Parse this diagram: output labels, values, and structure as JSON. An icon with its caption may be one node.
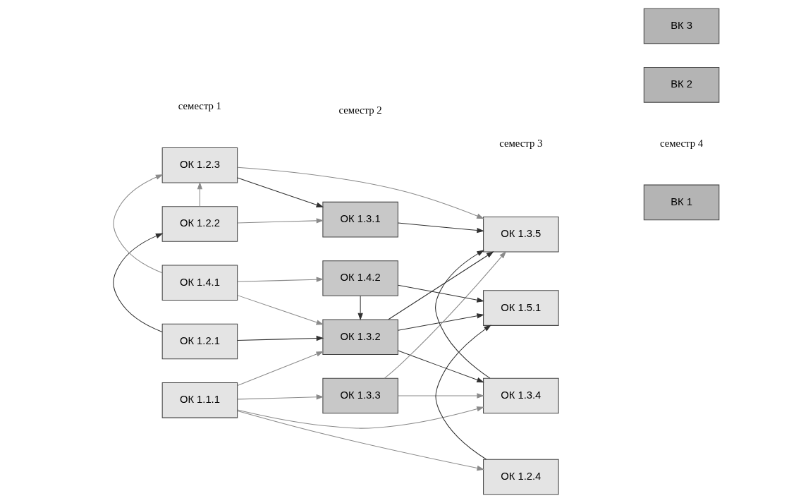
{
  "diagram": {
    "nodes": [
      {
        "text": [
          "ОК 1.1.1"
        ]
      },
      {
        "text": [
          "ОК 1.2.1"
        ]
      },
      {
        "text": [
          "ОК 1.2.2"
        ]
      },
      {
        "text": [
          "ОК 1.2.3"
        ]
      },
      {
        "text": [
          "ОК 1.4.1"
        ]
      },
      {
        "text": [
          "ОК 1.3.1"
        ]
      },
      {
        "text": [
          "ОК 1.3.2"
        ]
      },
      {
        "text": [
          "ОК 1.3.3"
        ]
      },
      {
        "text": [
          "ОК 1.4.2"
        ]
      },
      {
        "text": [
          "ОК 1.2.4"
        ]
      },
      {
        "text": [
          "ОК 1.3.4"
        ]
      },
      {
        "text": [
          "ОК 1.3.5"
        ]
      },
      {
        "text": [
          "ОК 1.5.1"
        ]
      },
      {
        "text": [
          "ВК 1"
        ]
      },
      {
        "text": [
          "ВК 2"
        ]
      },
      {
        "text": [
          "ВК 3"
        ]
      }
    ],
    "edges": [
      {
        "from": 0,
        "to": 9,
        "arrow": "to"
      },
      {
        "from": 0,
        "to": 10,
        "arrow": "to"
      },
      {
        "from": 0,
        "to": 6,
        "arrow": "to"
      },
      {
        "from": 0,
        "to": 7,
        "arrow": "to"
      },
      {
        "from": 1,
        "to": 6,
        "arrow": "to",
        "color": "#303030"
      },
      {
        "from": 1,
        "to": 2,
        "arrow": "to",
        "color": "#303030"
      },
      {
        "from": 2,
        "to": 5,
        "arrow": "to"
      },
      {
        "from": 2,
        "to": 3,
        "arrow": "to"
      },
      {
        "from": 3,
        "to": 5,
        "arrow": "to",
        "color": "#303030"
      },
      {
        "from": 3,
        "to": 11,
        "arrow": "to"
      },
      {
        "from": 4,
        "to": 3,
        "arrow": "to"
      },
      {
        "from": 4,
        "to": 6,
        "arrow": "to"
      },
      {
        "from": 4,
        "to": 8,
        "arrow": "to"
      },
      {
        "from": 5,
        "to": 11,
        "arrow": "to",
        "color": "#303030"
      },
      {
        "from": 6,
        "to": 10,
        "arrow": "to",
        "color": "#303030"
      },
      {
        "from": 6,
        "to": 11,
        "arrow": "to",
        "color": "#303030"
      },
      {
        "from": 6,
        "to": 12,
        "arrow": "to",
        "color": "#303030"
      },
      {
        "from": 7,
        "to": 10,
        "arrow": "to"
      },
      {
        "from": 7,
        "to": 11,
        "arrow": "to"
      },
      {
        "from": 8,
        "to": 12,
        "arrow": "to",
        "color": "#303030"
      },
      {
        "from": 8,
        "to": 6,
        "arrow": "to",
        "color": "#303030"
      },
      {
        "from": 9,
        "to": 12,
        "arrow": "to",
        "color": "#303030"
      },
      {
        "from": 10,
        "to": 11,
        "arrow": "to",
        "color": "#303030"
      }
    ],
    "labels": [
      "семестр 1",
      "семестр 2",
      "семестр 3",
      "семестр 4"
    ]
  }
}
